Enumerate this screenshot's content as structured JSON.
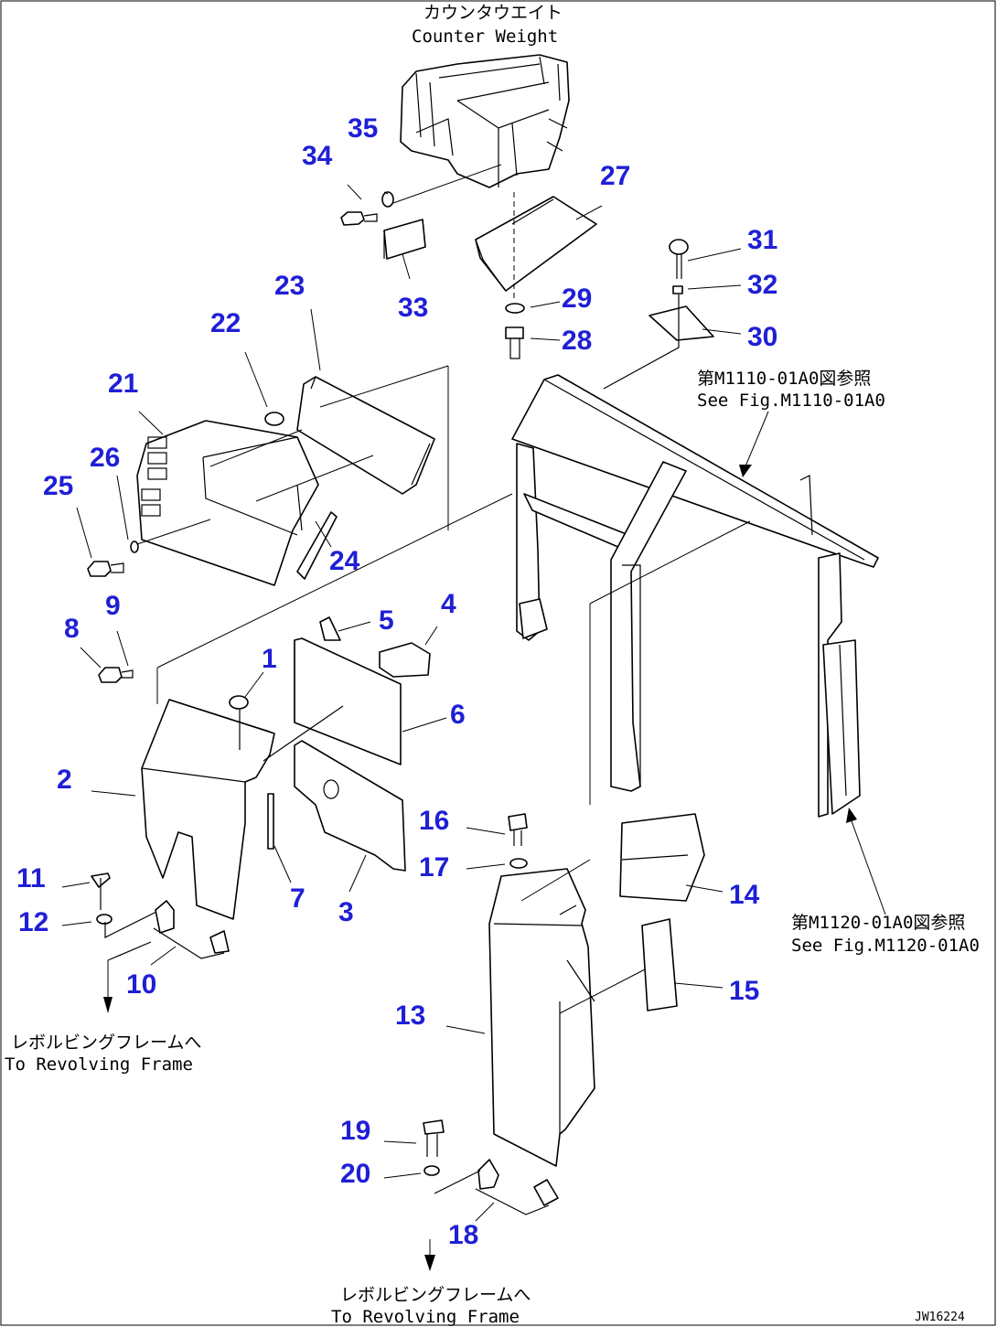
{
  "references": {
    "counterweight_jp": "カウンタウエイト",
    "counterweight_en": "Counter Weight",
    "seefig_1_jp": "第M1110-01A0図参照",
    "seefig_1_en": "See Fig.M1110-01A0",
    "seefig_2_jp": "第M1120-01A0図参照",
    "seefig_2_en": "See Fig.M1120-01A0",
    "revolving_1_jp": "レボルビングフレームへ",
    "revolving_1_en": "To Revolving Frame",
    "revolving_2_jp": "レボルビングフレームへ",
    "revolving_2_en": "To Revolving Frame"
  },
  "drawing_code": "JW16224",
  "callouts": [
    "1",
    "2",
    "3",
    "4",
    "5",
    "6",
    "7",
    "8",
    "9",
    "10",
    "11",
    "12",
    "13",
    "14",
    "15",
    "16",
    "17",
    "18",
    "19",
    "20",
    "21",
    "22",
    "23",
    "24",
    "25",
    "26",
    "27",
    "28",
    "29",
    "30",
    "31",
    "32",
    "33",
    "34",
    "35"
  ],
  "colors": {
    "callout": "#1f1fd6",
    "line": "#000000",
    "background": "#ffffff"
  }
}
